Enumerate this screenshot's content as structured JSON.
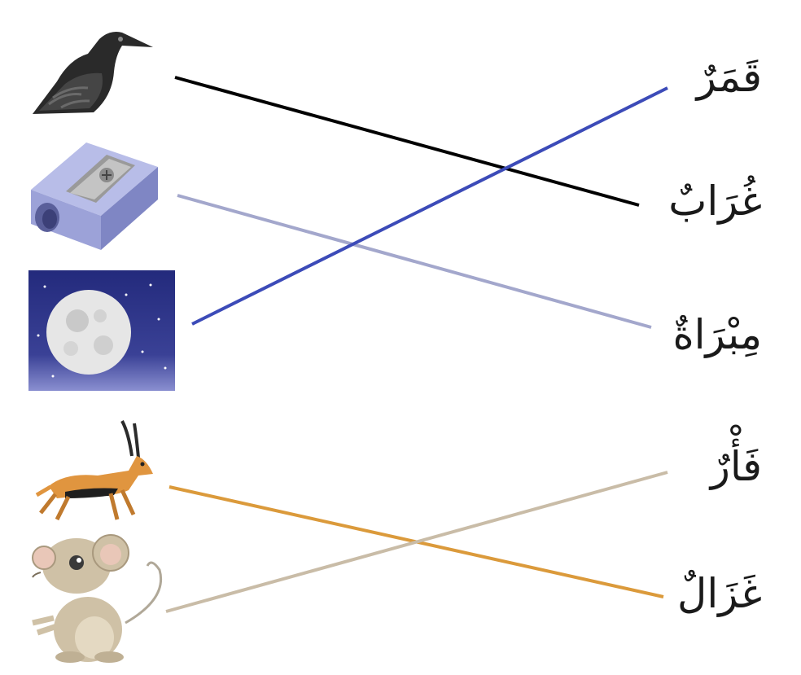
{
  "exercise": {
    "pictures": [
      {
        "id": "crow",
        "icon": "crow-icon"
      },
      {
        "id": "sharpener",
        "icon": "pencil-sharpener-icon"
      },
      {
        "id": "moon",
        "icon": "full-moon-icon"
      },
      {
        "id": "gazelle",
        "icon": "gazelle-icon"
      },
      {
        "id": "mouse",
        "icon": "mouse-icon"
      }
    ],
    "words": [
      {
        "text": "قَمَرٌ"
      },
      {
        "text": "غُرَابٌ"
      },
      {
        "text": "مِبْرَاةٌ"
      },
      {
        "text": "فَأْرٌ"
      },
      {
        "text": "غَزَالٌ"
      }
    ],
    "matches": [
      {
        "picture": "crow",
        "word": 1,
        "color": "#000000"
      },
      {
        "picture": "sharpener",
        "word": 2,
        "color": "#a3a7cc"
      },
      {
        "picture": "moon",
        "word": 0,
        "color": "#3c4bb8"
      },
      {
        "picture": "gazelle",
        "word": 4,
        "color": "#db9a3b"
      },
      {
        "picture": "mouse",
        "word": 3,
        "color": "#c9bca7"
      }
    ]
  }
}
